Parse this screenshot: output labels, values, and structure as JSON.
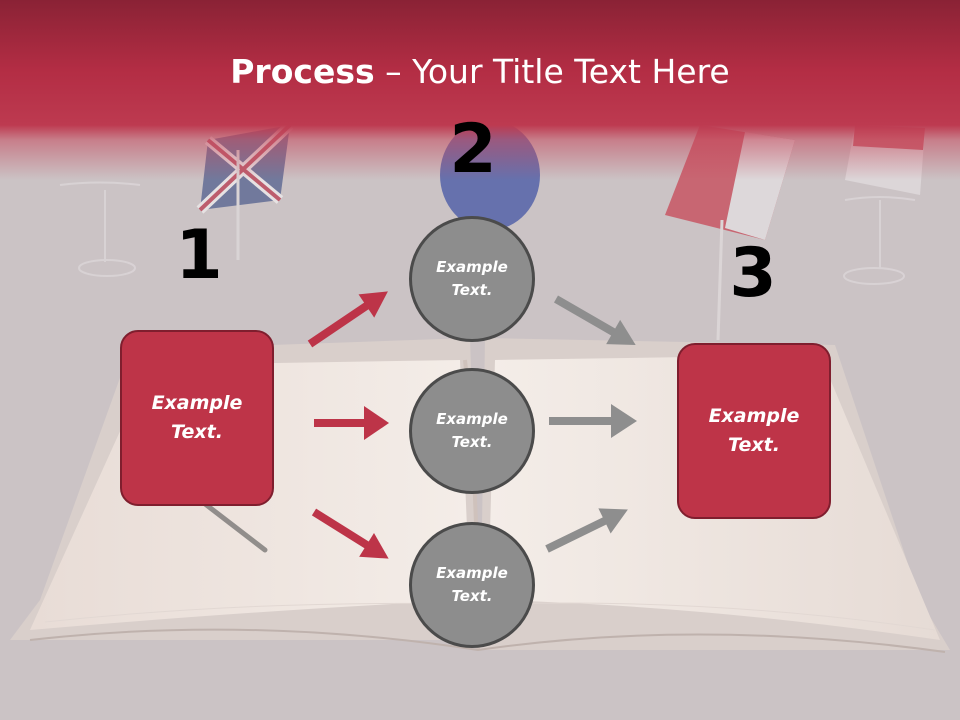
{
  "slide": {
    "title_bold": "Process",
    "title_rest": " – Your Title Text Here",
    "steps": [
      "1",
      "2",
      "3"
    ],
    "left_box": "Example Text.",
    "right_box": "Example Text.",
    "circles": [
      "Example Text.",
      "Example Text.",
      "Example Text."
    ]
  },
  "colors": {
    "band": "#b32d44",
    "box": "#be3448",
    "circle": "#8d8d8d",
    "arrow_red": "#bd3448",
    "arrow_grey": "#8e8e8e"
  }
}
